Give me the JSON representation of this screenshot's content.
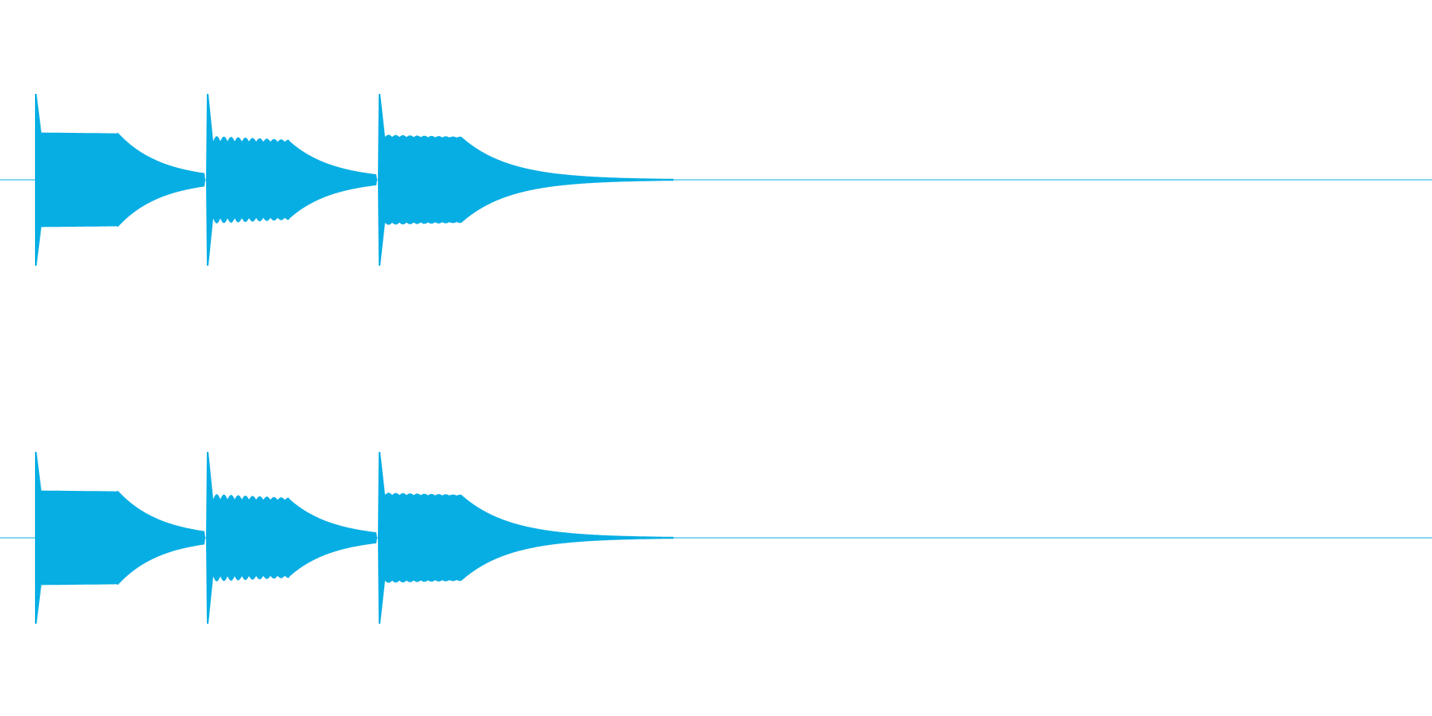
{
  "waveform": {
    "color": "#07aee4",
    "background": "#ffffff",
    "channels": [
      {
        "name": "channel-1"
      },
      {
        "name": "channel-2"
      }
    ],
    "notes": [
      {
        "onset": 0.0,
        "attack_peak": 1.0,
        "sustain": 0.55,
        "sustain_ratio": 0.47,
        "release_tau": 0.09,
        "ripple": 0.0
      },
      {
        "onset": 0.3333,
        "attack_peak": 1.0,
        "sustain": 0.45,
        "sustain_ratio": 0.47,
        "release_tau": 0.09,
        "ripple": 0.06
      },
      {
        "onset": 0.6667,
        "attack_peak": 1.0,
        "sustain": 0.5,
        "sustain_ratio": 0.46,
        "release_tau": 0.1,
        "ripple": 0.025
      }
    ],
    "notes_span": 0.47
  }
}
